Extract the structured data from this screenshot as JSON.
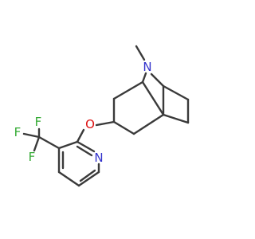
{
  "molecule": {
    "atoms": {
      "n_bridge": "N",
      "o_ether": "O",
      "n_pyridine": "N",
      "f_top": "F",
      "f_left": "F",
      "f_bottom": "F"
    },
    "colors": {
      "bond": "#3a3a3a",
      "nitrogen": "#3333cc",
      "oxygen": "#dd1111",
      "fluorine": "#33aa33"
    }
  }
}
